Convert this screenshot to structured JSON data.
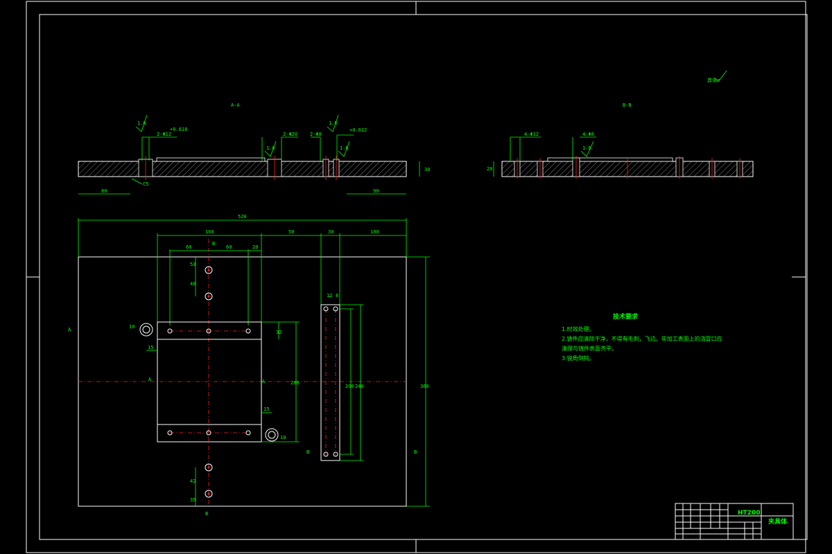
{
  "sections": {
    "aa_label": "A-A",
    "bb_label": "B-B"
  },
  "roughness_note": "其余▽",
  "tech_requirements": {
    "title": "技术要求",
    "lines": [
      "1.时效处理。",
      "2.铸件应清除干净，不得有毛刺，飞边，非加工表面上的浇冒口应",
      "清理与铸件表面齐平。",
      "3.锐角倒钝。"
    ]
  },
  "title_block": {
    "material": "HT200",
    "part_name": "夹具体"
  },
  "dims": {
    "overall_width": "520",
    "overall_height": "360",
    "d160": "160",
    "d50": "50",
    "d30": "30",
    "d100": "100",
    "d60a": "60",
    "d60b": "60",
    "d20": "20",
    "d80": "80",
    "d90": "90",
    "thk": "30",
    "bb_thk": "20",
    "d53": "53",
    "d40": "40",
    "d32": "32",
    "d15a": "15",
    "d15b": "15",
    "d280": "280",
    "d12": "12",
    "d8": "8",
    "d200": "200",
    "d240": "240",
    "d42": "42",
    "d35": "35",
    "d10a": "10",
    "d10b": "10",
    "c25": "C5",
    "holes_1": "2-Φ12",
    "holes_2": "2-Φ20",
    "holes_3": "2-Φ8",
    "holes_4": "4-Φ12",
    "holes_5": "4-Φ8",
    "rough": "1.6",
    "tol1": "+0.018",
    "tol2": "+0.022"
  }
}
